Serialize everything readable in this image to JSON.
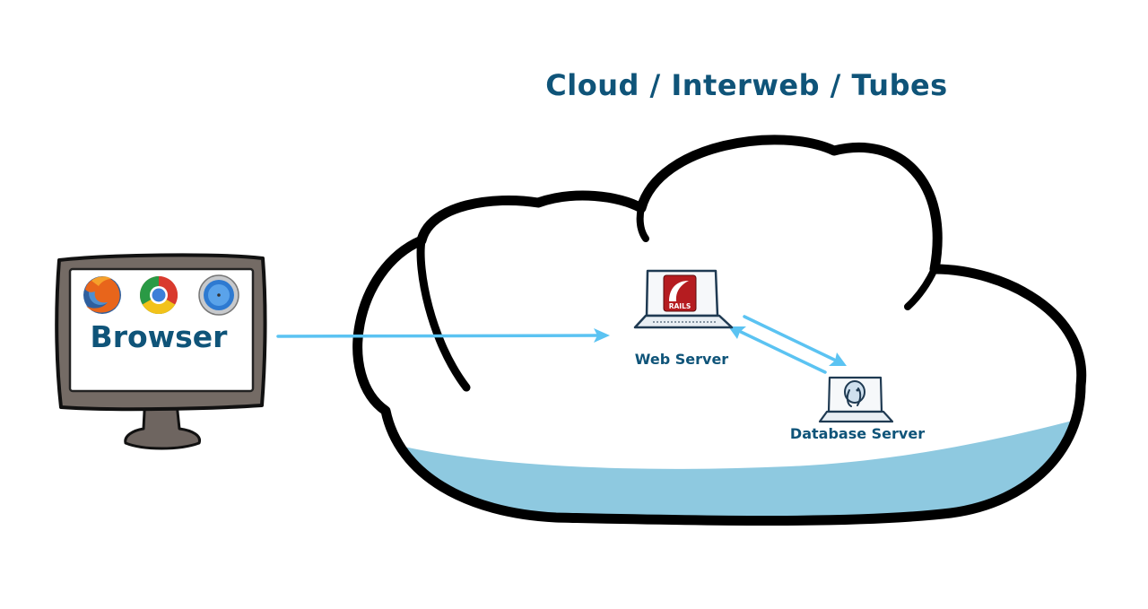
{
  "diagram": {
    "title": "Cloud / Interweb / Tubes",
    "browser": {
      "label": "Browser",
      "icons": [
        "firefox-icon",
        "chrome-icon",
        "safari-icon"
      ]
    },
    "web_server": {
      "label": "Web Server",
      "screen_text": "RAILS",
      "icon": "rails-logo-icon"
    },
    "database_server": {
      "label": "Database Server",
      "icon": "postgresql-elephant-icon"
    },
    "connections": [
      {
        "from": "browser",
        "to": "web_server",
        "direction": "one-way"
      },
      {
        "from": "web_server",
        "to": "database_server",
        "direction": "two-way"
      }
    ],
    "colors": {
      "text": "#0f5479",
      "arrow": "#5bc3f2",
      "water": "#8ec9e0",
      "outline": "#000000",
      "monitor_frame": "#746b65"
    }
  }
}
